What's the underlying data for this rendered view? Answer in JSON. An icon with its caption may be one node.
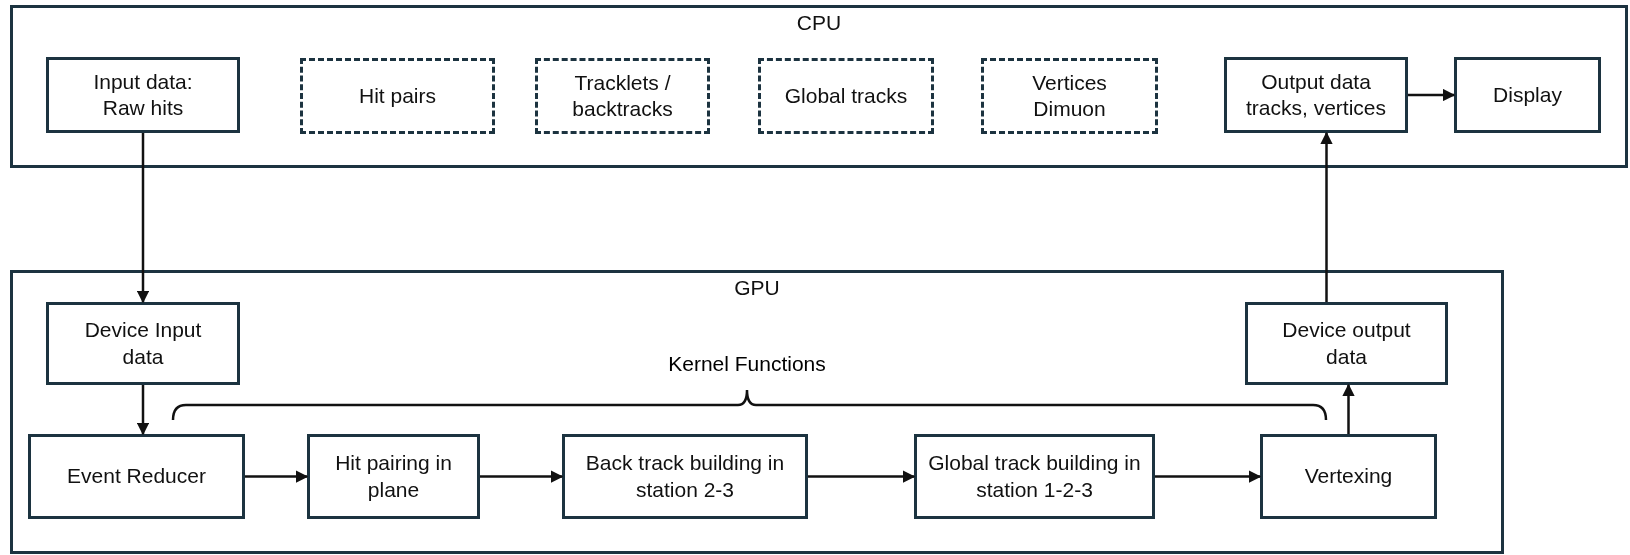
{
  "diagram": {
    "nodes": [
      {
        "text": [
          "CPU"
        ]
      },
      {
        "text": [
          "Input data: Raw hits"
        ],
        "in": 0
      },
      {
        "text": [
          "Hit pairs"
        ],
        "in": 0
      },
      {
        "text": [
          "Tracklets / backtracks"
        ],
        "in": 0
      },
      {
        "text": [
          "Global tracks"
        ],
        "in": 0
      },
      {
        "text": [
          "Vertices Dimuon"
        ],
        "in": 0
      },
      {
        "text": [
          "Output data tracks, vertices"
        ],
        "in": 0
      },
      {
        "text": [
          "Display"
        ],
        "in": 0
      },
      {
        "text": [
          "GPU"
        ]
      },
      {
        "text": [
          "Device Input data"
        ],
        "in": 8
      },
      {
        "text": [
          "Device output data"
        ],
        "in": 8
      },
      {
        "text": [
          "Event Reducer"
        ],
        "in": 8
      },
      {
        "text": [
          "Hit pairing in plane"
        ],
        "in": 8
      },
      {
        "text": [
          "Back track building in station 2-3"
        ],
        "in": 8
      },
      {
        "text": [
          "Global track building in station 1-2-3"
        ],
        "in": 8
      },
      {
        "text": [
          "Vertexing"
        ],
        "in": 8
      }
    ],
    "edges": [
      {
        "from": 1,
        "to": 9,
        "arrow": "to"
      },
      {
        "from": 9,
        "to": 11,
        "arrow": "to"
      },
      {
        "from": 11,
        "to": 12,
        "arrow": "to"
      },
      {
        "from": 12,
        "to": 13,
        "arrow": "to"
      },
      {
        "from": 13,
        "to": 14,
        "arrow": "to"
      },
      {
        "from": 14,
        "to": 15,
        "arrow": "to"
      },
      {
        "from": 15,
        "to": 10,
        "arrow": "to"
      },
      {
        "from": 10,
        "to": 6,
        "arrow": "to"
      },
      {
        "from": 6,
        "to": 7,
        "arrow": "to"
      }
    ],
    "labels": [
      "Kernel Functions"
    ]
  }
}
